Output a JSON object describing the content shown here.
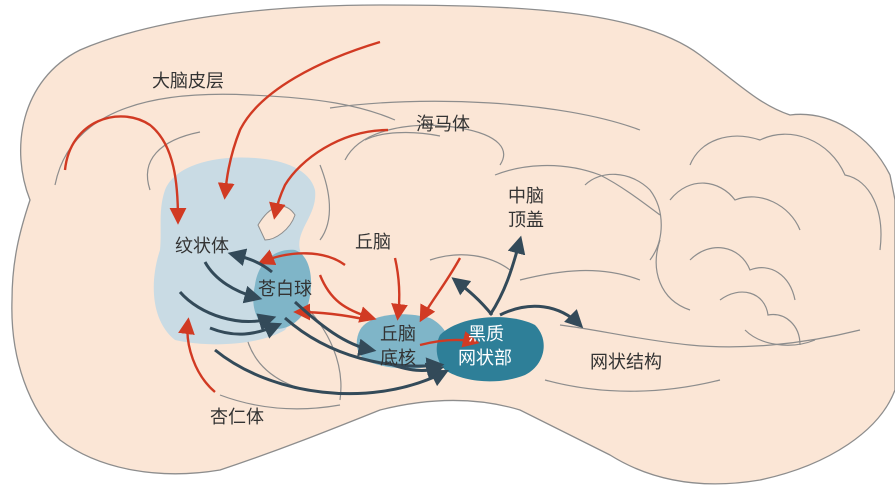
{
  "labels": {
    "cortex": "大脑皮层",
    "hippocampus": "海马体",
    "striatum": "纹状体",
    "thalamus": "丘脑",
    "globus_pallidus": "苍白球",
    "subthalamic_line1": "丘脑",
    "subthalamic_line2": "底核",
    "substantia_nigra_line1": "黑质",
    "substantia_nigra_line2": "网状部",
    "midbrain_line1": "中脑",
    "midbrain_line2": "顶盖",
    "reticular_formation": "网状结构",
    "amygdala": "杏仁体"
  },
  "colors": {
    "brain_fill": "#fbe6d6",
    "outline": "#9a9a9a",
    "striatum": "#c9dbe4",
    "pallidus": "#7fb5c8",
    "nigra": "#2e7f98",
    "excitatory_arrow": "#d13a23",
    "inhibitory_arrow": "#334a59"
  }
}
